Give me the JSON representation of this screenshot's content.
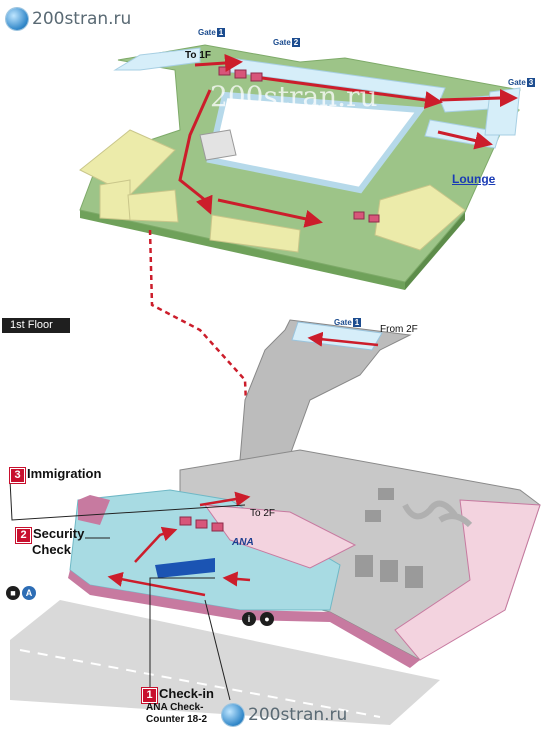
{
  "watermark": {
    "site": "200stran.ru"
  },
  "upper_floor": {
    "to_1f": "To 1F",
    "gate_word": "Gate",
    "gates": [
      "1",
      "2",
      "3"
    ],
    "lounge": "Lounge"
  },
  "first_floor": {
    "floor_label": "1st Floor",
    "gate_word": "Gate",
    "gate_1": "1",
    "from_2f": "From 2F",
    "to_2f": "To 2F",
    "ana_logo": "ANA"
  },
  "steps": [
    {
      "number": "3",
      "label": "Immigration"
    },
    {
      "number": "2",
      "label": "Security",
      "label2": "Check"
    },
    {
      "number": "1",
      "label": "Check-in",
      "sub1": "ANA Check-",
      "sub2": "Counter 18-2"
    }
  ],
  "icons": {
    "transport": [
      "bus-icon",
      "airport-limousine-icon"
    ],
    "facilities": [
      "information-icon",
      "tax-free-icon"
    ]
  },
  "colors": {
    "floor_green": "#9dc488",
    "building_grey": "#bcbcbc",
    "glass_blue": "#cfe9f7",
    "checkin_cyan": "#a8dbe3",
    "pink": "#c77aa0",
    "route_red": "#cc1d2b",
    "lounge_yellow": "#ecebaa"
  }
}
